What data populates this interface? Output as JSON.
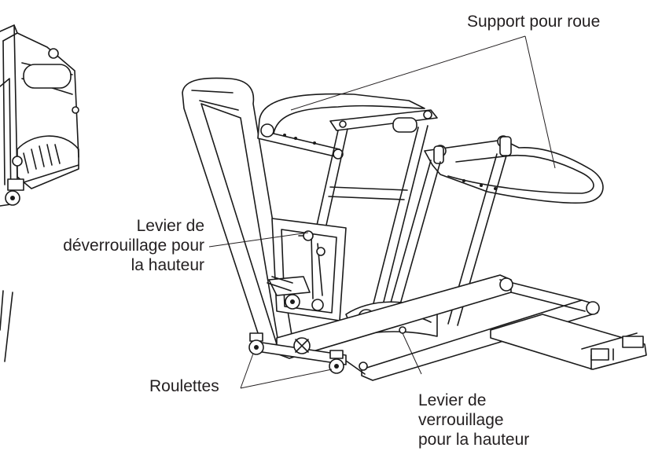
{
  "labels": {
    "wheel_support": "Support pour roue",
    "release_lever": [
      "Levier de",
      "déverrouillage pour",
      "la hauteur"
    ],
    "casters": "Roulettes",
    "locking_lever": [
      "Levier de",
      "verrouillage",
      "pour la hauteur"
    ]
  },
  "colors": {
    "line": "#1a1a1a",
    "text": "#231f20",
    "background": "#ffffff"
  }
}
